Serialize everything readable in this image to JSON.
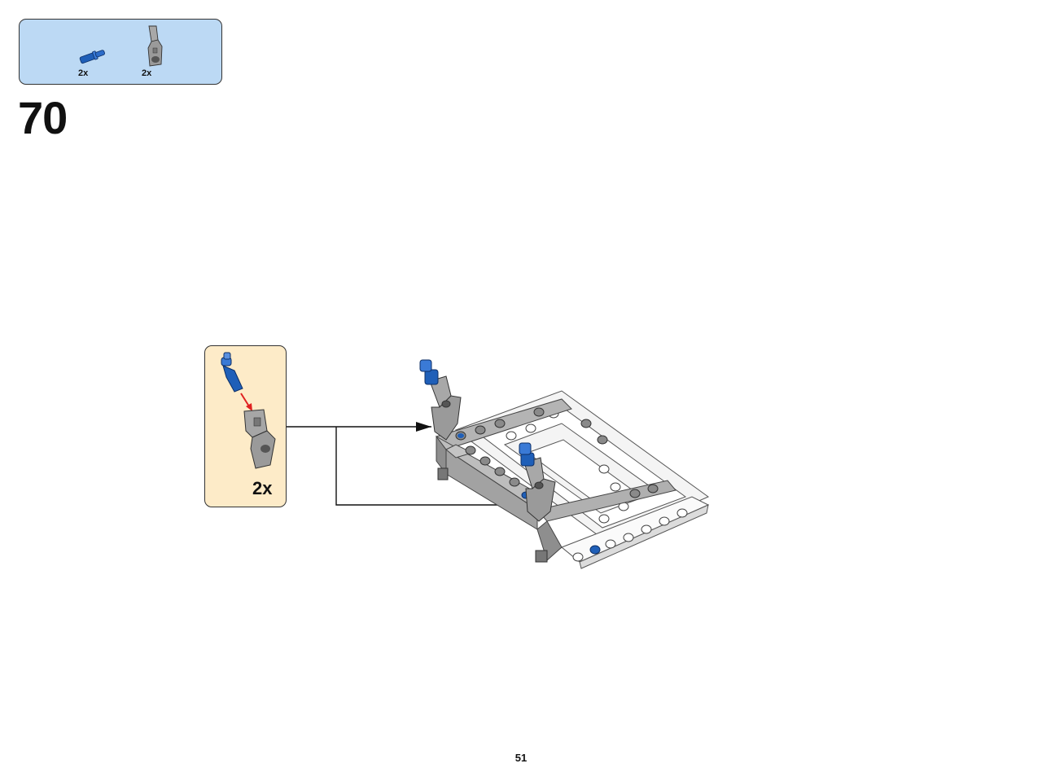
{
  "parts_list": {
    "items": [
      {
        "part": "blue-axle-pin",
        "quantity": "2x",
        "color": "#1f5fb8"
      },
      {
        "part": "gray-angle-connector",
        "quantity": "2x",
        "color": "#9a9a9a"
      }
    ]
  },
  "step": {
    "number": "70"
  },
  "subassembly": {
    "quantity": "2x"
  },
  "page": {
    "number": "51"
  },
  "colors": {
    "parts_panel": "#bcd9f4",
    "subassembly_panel": "#fdebc8",
    "blue_part": "#1f5fb8",
    "gray_part": "#9a9a9a",
    "white_beam": "#f4f4f4",
    "arrow": "#111111",
    "insert_arrow": "#e02020"
  }
}
